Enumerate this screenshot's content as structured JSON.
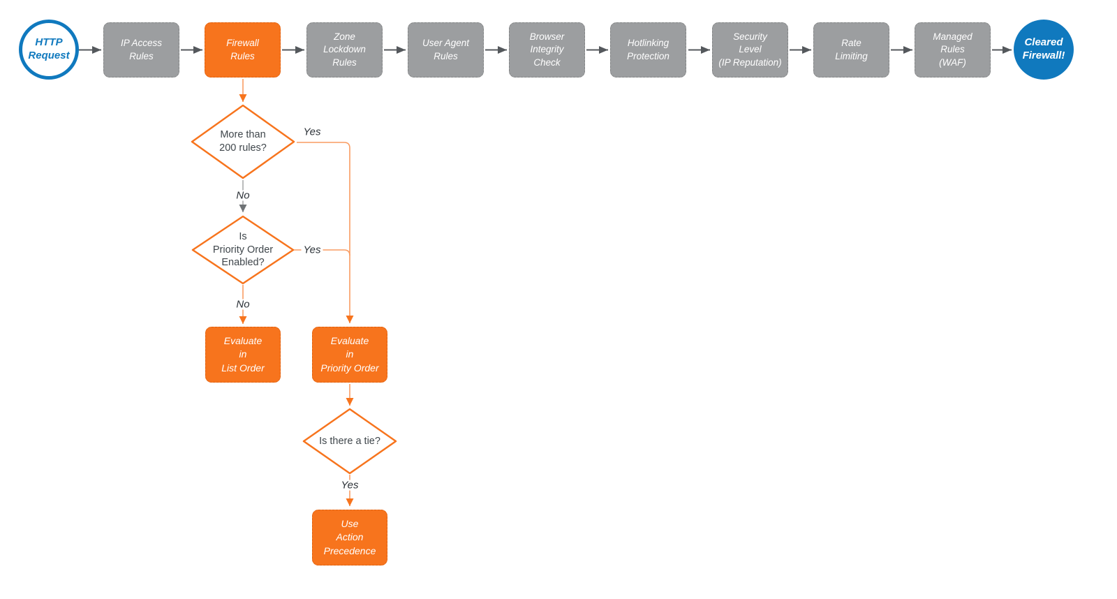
{
  "colors": {
    "orange": "#f7741d",
    "orange_line": "#f99c62",
    "gray_box": "#9c9ea0",
    "blue": "#1079be",
    "arrow_dark": "#54585c",
    "diamond_text": "#3f464b"
  },
  "pipeline": {
    "start_label": "HTTP\nRequest",
    "end_label": "Cleared\nFirewall!",
    "steps": [
      {
        "label": "IP Access\nRules"
      },
      {
        "label": "Firewall\nRules"
      },
      {
        "label": "Zone\nLockdown\nRules"
      },
      {
        "label": "User Agent\nRules"
      },
      {
        "label": "Browser\nIntegrity\nCheck"
      },
      {
        "label": "Hotlinking\nProtection"
      },
      {
        "label": "Security\nLevel\n(IP Reputation)"
      },
      {
        "label": "Rate\nLimiting"
      },
      {
        "label": "Managed\nRules\n(WAF)"
      }
    ]
  },
  "branch": {
    "decision_rules": {
      "label": "More than\n200 rules?",
      "yes_label": "Yes",
      "no_label": "No"
    },
    "decision_priority": {
      "label": "Is\nPriority Order\nEnabled?",
      "yes_label": "Yes",
      "no_label": "No"
    },
    "decision_tie": {
      "label": "Is there a tie?",
      "yes_label": "Yes"
    },
    "evaluate_list": {
      "label": "Evaluate\nin\nList Order"
    },
    "evaluate_priority": {
      "label": "Evaluate\nin\nPriority Order"
    },
    "use_action_precedence": {
      "label": "Use\nAction\nPrecedence"
    }
  }
}
